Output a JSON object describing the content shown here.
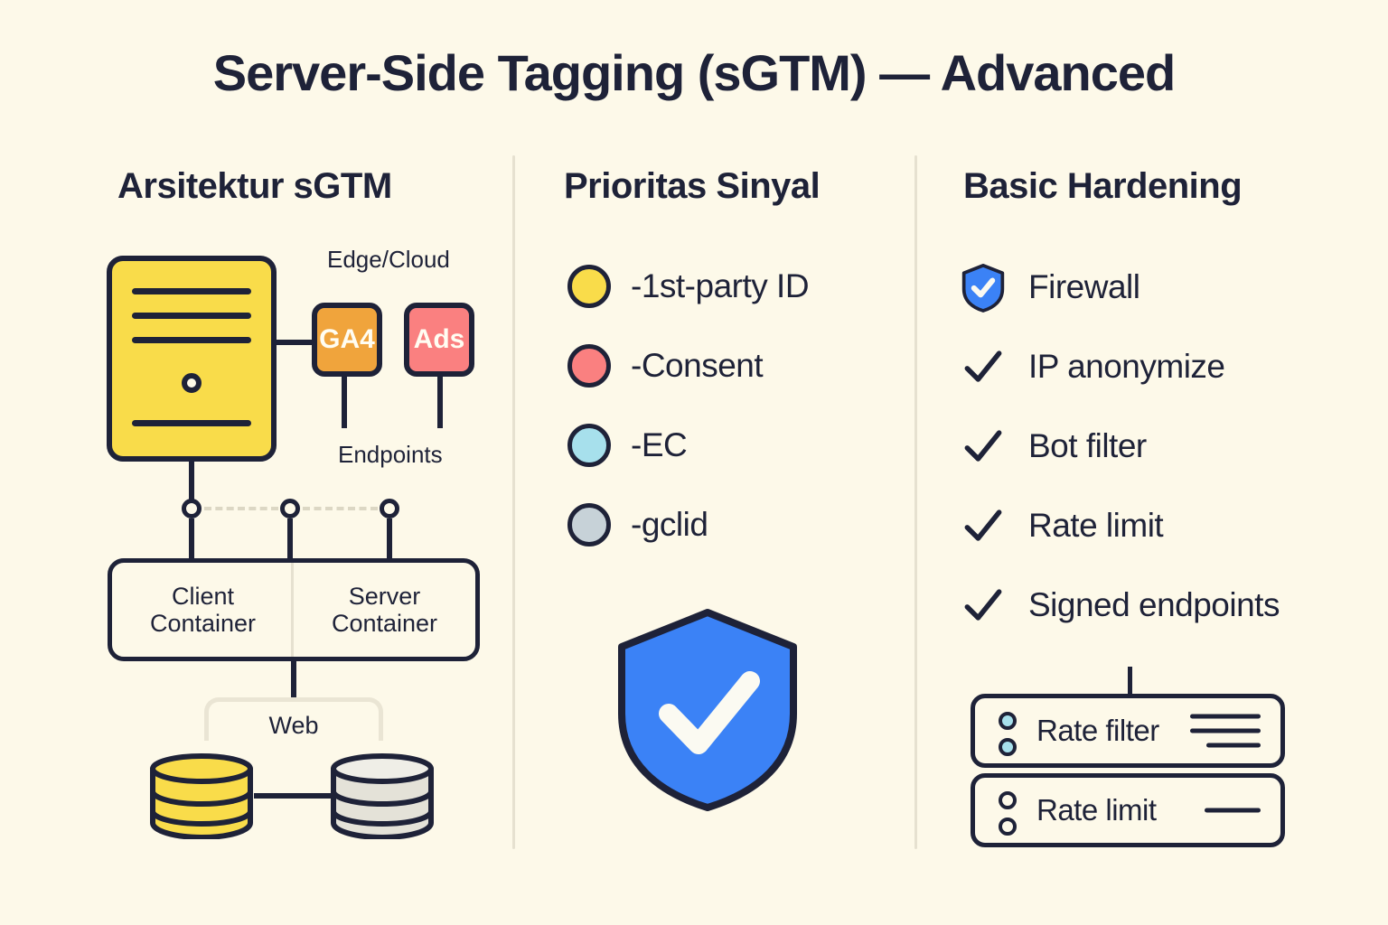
{
  "title": "Server-Side Tagging (sGTM) — Advanced",
  "theme": {
    "background": "#FDF9E9",
    "ink": "#1E2238",
    "yellow": "#F9DC4A",
    "orange": "#F0A43C",
    "pink": "#FA8080",
    "cyan": "#A7E0EC",
    "gray": "#C7D2D8",
    "blue": "#3B82F6",
    "divider": "#E6E1D0"
  },
  "columns": {
    "architecture": {
      "heading": "Arsitektur sGTM",
      "labels": {
        "edge_cloud": "Edge/Cloud",
        "endpoints": "Endpoints",
        "web": "Web"
      },
      "endpoint_boxes": [
        {
          "label": "GA4",
          "color": "#F0A43C",
          "icon": "ga4-endpoint-icon"
        },
        {
          "label": "Ads",
          "color": "#FA8080",
          "icon": "ads-endpoint-icon"
        }
      ],
      "containers": [
        {
          "line1": "Client",
          "line2": "Container"
        },
        {
          "line1": "Server",
          "line2": "Container"
        }
      ],
      "databases": [
        {
          "name": "primary-database",
          "color": "#F9DC4A"
        },
        {
          "name": "secondary-database",
          "color": "#E4E2D8"
        }
      ],
      "node_count": 3
    },
    "signals": {
      "heading": "Prioritas Sinyal",
      "items": [
        {
          "label": "-1st-party ID",
          "color": "#F9DC4A",
          "icon": "yellow-dot-icon"
        },
        {
          "label": "-Consent",
          "color": "#FA8080",
          "icon": "pink-dot-icon"
        },
        {
          "label": "-EC",
          "color": "#A7E0EC",
          "icon": "cyan-dot-icon"
        },
        {
          "label": "-gclid",
          "color": "#C7D2D8",
          "icon": "gray-dot-icon"
        }
      ],
      "shield": {
        "name": "shield-check-icon",
        "color": "#3B82F6"
      }
    },
    "hardening": {
      "heading": "Basic Hardening",
      "items": [
        {
          "label": "Firewall",
          "icon": "shield-check-icon"
        },
        {
          "label": "IP anonymize",
          "icon": "check-icon"
        },
        {
          "label": "Bot filter",
          "icon": "check-icon"
        },
        {
          "label": "Rate limit",
          "icon": "check-icon"
        },
        {
          "label": "Signed endpoints",
          "icon": "check-icon"
        }
      ],
      "racks": [
        {
          "label": "Rate filter",
          "led_filled": true,
          "bars": 3
        },
        {
          "label": "Rate limit",
          "led_filled": false,
          "bars": 1
        }
      ]
    }
  }
}
